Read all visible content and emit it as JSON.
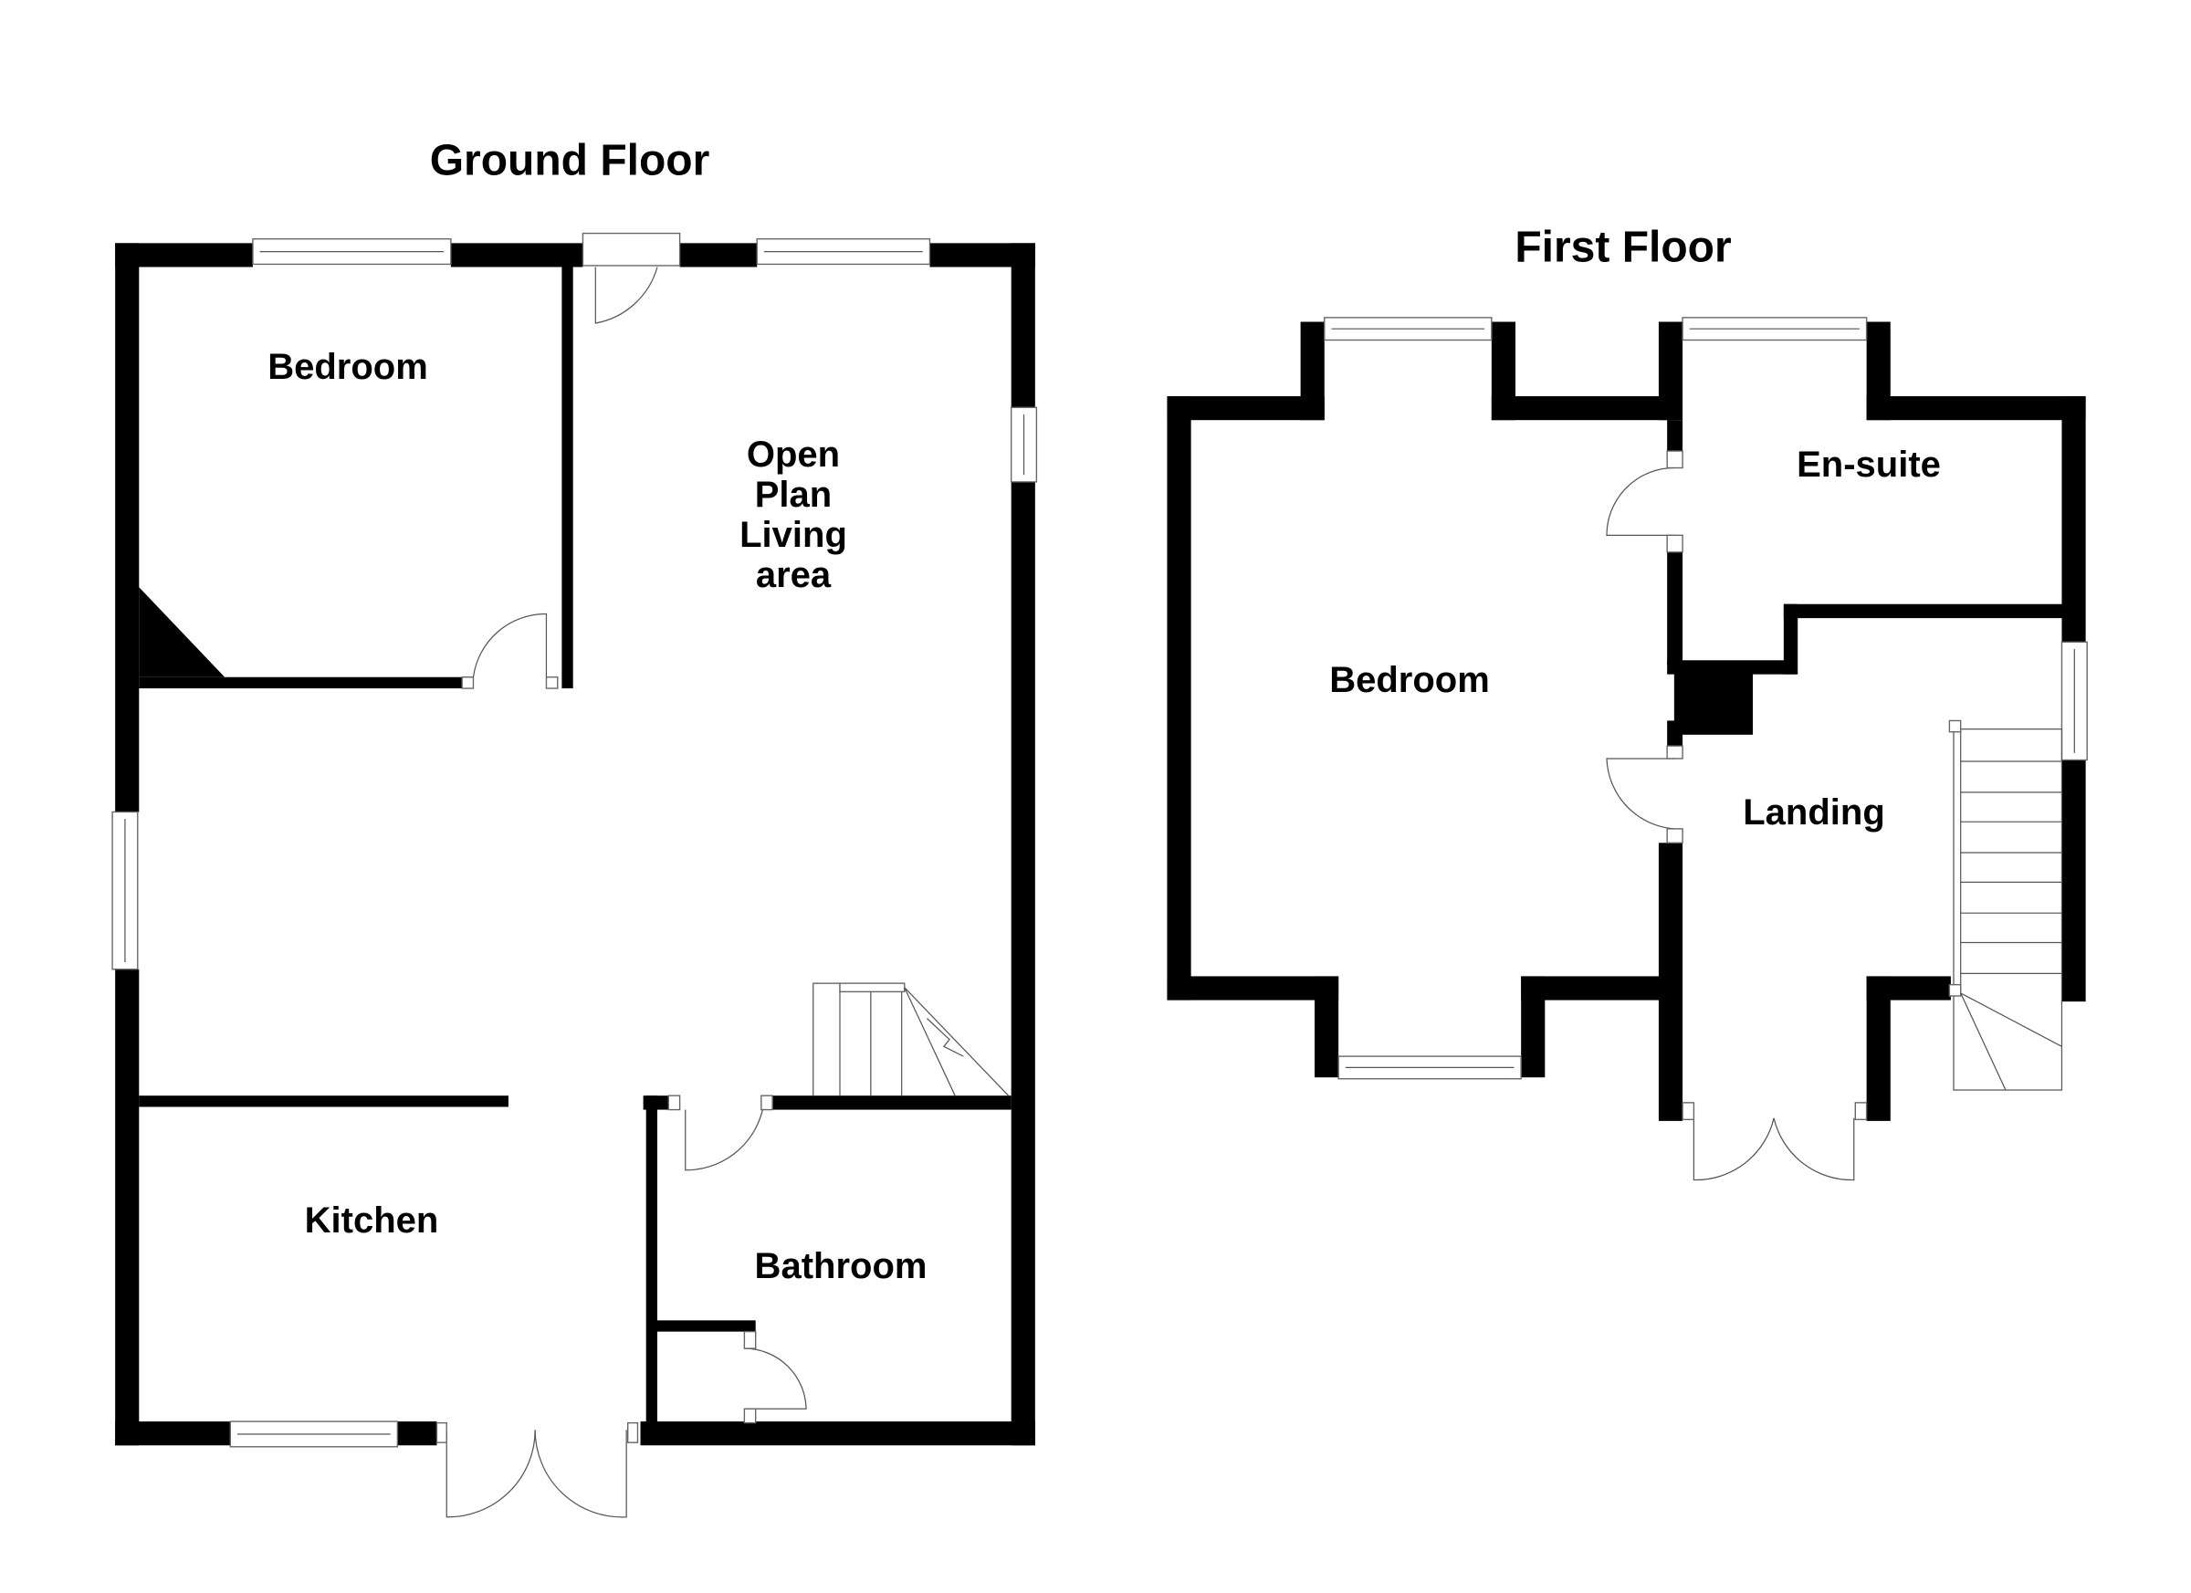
{
  "floors": [
    {
      "title": "Ground Floor",
      "rooms": [
        {
          "name": "Bedroom"
        },
        {
          "name": "Open Plan Living area",
          "lines": [
            "Open",
            "Plan",
            "Living",
            "area"
          ]
        },
        {
          "name": "Kitchen"
        },
        {
          "name": "Bathroom"
        }
      ]
    },
    {
      "title": "First Floor",
      "rooms": [
        {
          "name": "Bedroom"
        },
        {
          "name": "En-suite"
        },
        {
          "name": "Landing"
        }
      ]
    }
  ],
  "colors": {
    "wall": "#000000",
    "background": "#ffffff",
    "fixture_line": "#555555"
  }
}
